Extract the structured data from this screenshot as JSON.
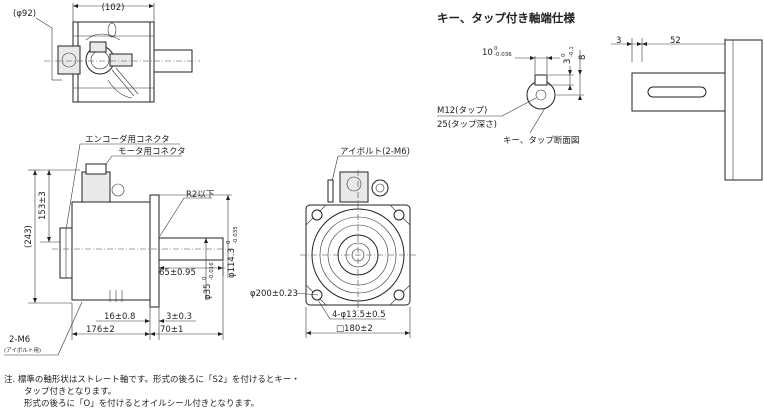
{
  "top_view": {
    "dim_102": "(102)",
    "dim_phi92": "(φ92)"
  },
  "key_spec": {
    "title": "キー、タップ付き軸端仕様",
    "dim_10": "10",
    "dim_10_tol": "-0.036",
    "dim_10_tol_upper": "0",
    "dim_3": "3",
    "dim_3_tol_upper": "0",
    "dim_3_tol_lower": "-0.1",
    "dim_8": "8",
    "dim_m12": "M12(タップ)",
    "dim_25": "25(タップ深さ)",
    "section_caption": "キー、タップ断面図",
    "dim_3_right": "3",
    "dim_52": "52"
  },
  "side_view": {
    "encoder_connector": "エンコーダ用コネクタ",
    "motor_connector": "モータ用コネクタ",
    "dim_153": "153±3",
    "dim_243": "(243)",
    "dim_r2": "R2以下",
    "dim_65": "65±0.95",
    "dim_phi35": "φ35",
    "dim_phi35_tol_upper": "0",
    "dim_phi35_tol_lower": "-0.016",
    "dim_phi114": "φ114.3",
    "dim_phi114_tol_upper": "0",
    "dim_phi114_tol_lower": "-0.035",
    "dim_16": "16±0.8",
    "dim_3": "3±0.3",
    "dim_176": "176±2",
    "dim_70": "70±1",
    "label_2m6": "2-M6",
    "label_eyebolt_use": "(アイボルト用)"
  },
  "front_view": {
    "eyebolt": "アイボルト(2-M6)",
    "dim_phi200": "φ200±0.23",
    "dim_4phi": "4-φ13.5±0.5",
    "dim_180": "□180±2"
  },
  "notes": {
    "line1": "注. 標準の軸形状はストレート軸です。形式の後ろに「S2」を付けるとキー・",
    "line2": "タップ付きとなります。",
    "line3": "形式の後ろに「O」を付けるとオイルシール付きとなります。"
  }
}
